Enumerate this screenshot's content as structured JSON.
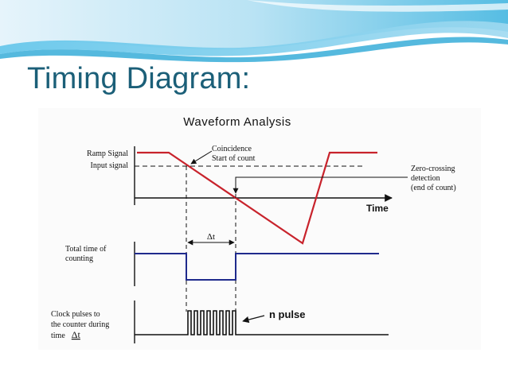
{
  "slide": {
    "title": "Timing Diagram:"
  },
  "diagram": {
    "title": "Waveform Analysis",
    "labels": {
      "ramp_signal": "Ramp Signal",
      "input_signal": "Input signal",
      "coincidence": "Coincidence",
      "start_of_count": "Start of count",
      "zero_crossing": "Zero-crossing",
      "detection": "detection",
      "end_of_count": "(end of count)",
      "time_axis": "Time",
      "delta_t": "Δt",
      "total_time_line1": "Total time of",
      "total_time_line2": "counting",
      "n_pulse": "n pulse",
      "clock_line1": "Clock pulses to",
      "clock_line2": "the counter during",
      "clock_line3_prefix": "time",
      "clock_delta_t": "Δt"
    },
    "colors": {
      "ramp": "#c8232c",
      "counting": "#1f2a8c",
      "axis": "#111111",
      "title_text": "#1b5f78"
    }
  }
}
